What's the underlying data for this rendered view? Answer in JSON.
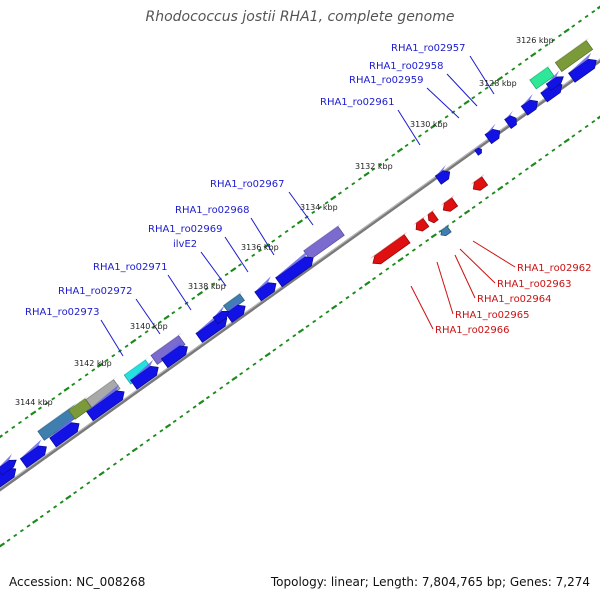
{
  "title": "Rhodococcus jostii RHA1, complete genome",
  "footer": {
    "accession": "Accession: NC_008268",
    "summary": "Topology: linear; Length: 7,804,765 bp; Genes: 7,274"
  },
  "colors": {
    "forward_gene": "#1212e6",
    "reverse_gene": "#e01010",
    "forward_label": "#1c1ccf",
    "reverse_label": "#cc1111",
    "backbone": "#7a7a7a",
    "tick_marks": "#1a8a1a",
    "feature_purple": "#7b6bcf",
    "feature_olive": "#7b9a3a",
    "feature_cyan": "#25e0e0",
    "feature_steel": "#3f7fb0",
    "feature_green": "#2ee89a"
  },
  "scale_labels": [
    "3126 kbp",
    "3128 kbp",
    "3130 kbp",
    "3132 kbp",
    "3134 kbp",
    "3136 kbp",
    "3138 kbp",
    "3140 kbp",
    "3142 kbp",
    "3144 kbp"
  ],
  "forward_genes": [
    "RHA1_ro02957",
    "RHA1_ro02958",
    "RHA1_ro02959",
    "RHA1_ro02961",
    "RHA1_ro02967",
    "RHA1_ro02968",
    "RHA1_ro02969",
    "ilvE2",
    "RHA1_ro02971",
    "RHA1_ro02972",
    "RHA1_ro02973"
  ],
  "reverse_genes": [
    "RHA1_ro02962",
    "RHA1_ro02963",
    "RHA1_ro02964",
    "RHA1_ro02965",
    "RHA1_ro02966"
  ]
}
